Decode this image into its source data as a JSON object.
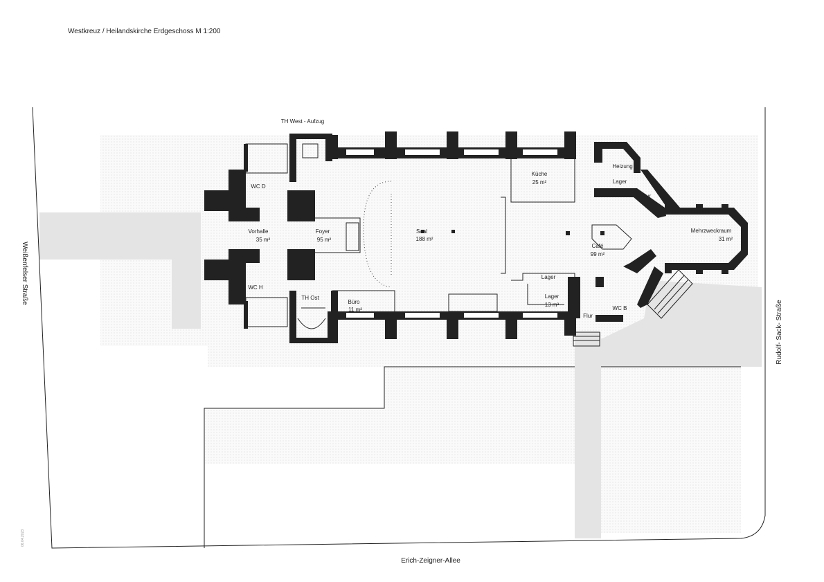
{
  "title": "Westkreuz / Heilandskirche Erdgeschoss M 1:200",
  "date": "06.04.2023",
  "streets": {
    "west": "Weißenfelser Straße",
    "south": "Erich-Zeigner-Allee",
    "east": "Rudolf- Sack- Straße"
  },
  "rooms": {
    "th_west": "TH West - Aufzug",
    "wc_d": "WC D",
    "wc_h": "WC H",
    "vorhalle": {
      "name": "Vorhalle",
      "area": "35 m²"
    },
    "foyer": {
      "name": "Foyer",
      "area": "95 m²"
    },
    "saal": {
      "name": "Saal",
      "area": "188 m²"
    },
    "th_ost": "TH Ost",
    "buero": {
      "name": "Büro",
      "area": "11 m²"
    },
    "kueche": {
      "name": "Küche",
      "area": "25 m²"
    },
    "heizung": "Heizung",
    "lager_n": "Lager",
    "flur_n": "Flur",
    "cafe": {
      "name": "Café",
      "area": "99 m²"
    },
    "mehrzweck": {
      "name": "Mehrzweckraum",
      "area": "31 m²"
    },
    "lager_s1": "Lager",
    "lager_s2": {
      "name": "Lager",
      "area": "13 m²"
    },
    "flur_s": "Flur",
    "wc_b": "WC B"
  }
}
